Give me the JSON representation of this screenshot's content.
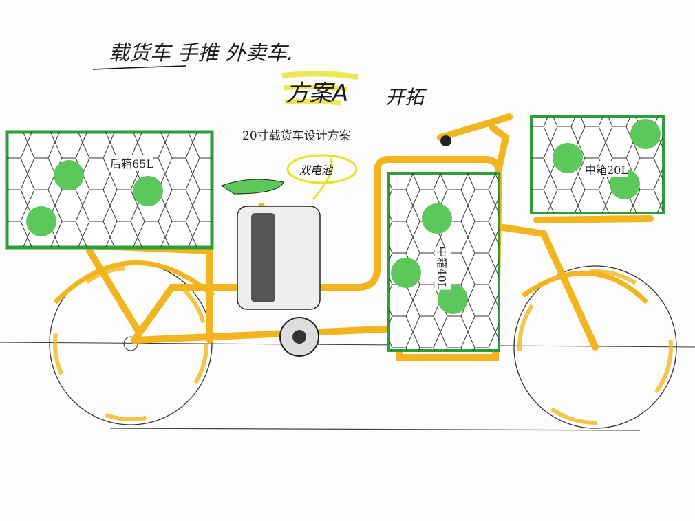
{
  "handwritten": {
    "heading": "载货车 手推 外卖车.",
    "plan": "方案A",
    "note": "开拓",
    "battery_callout": "双电池"
  },
  "title": "20寸载货车设计方案",
  "boxes": {
    "rear": "后箱65L",
    "middle": "中箱40L",
    "front": "中箱20L"
  },
  "colors": {
    "frame": "#f2b51f",
    "box_fill": "#5cc85c",
    "box_border": "#2e9e3a",
    "highlight": "#e6e22a",
    "paper": "#fcfcfa"
  }
}
